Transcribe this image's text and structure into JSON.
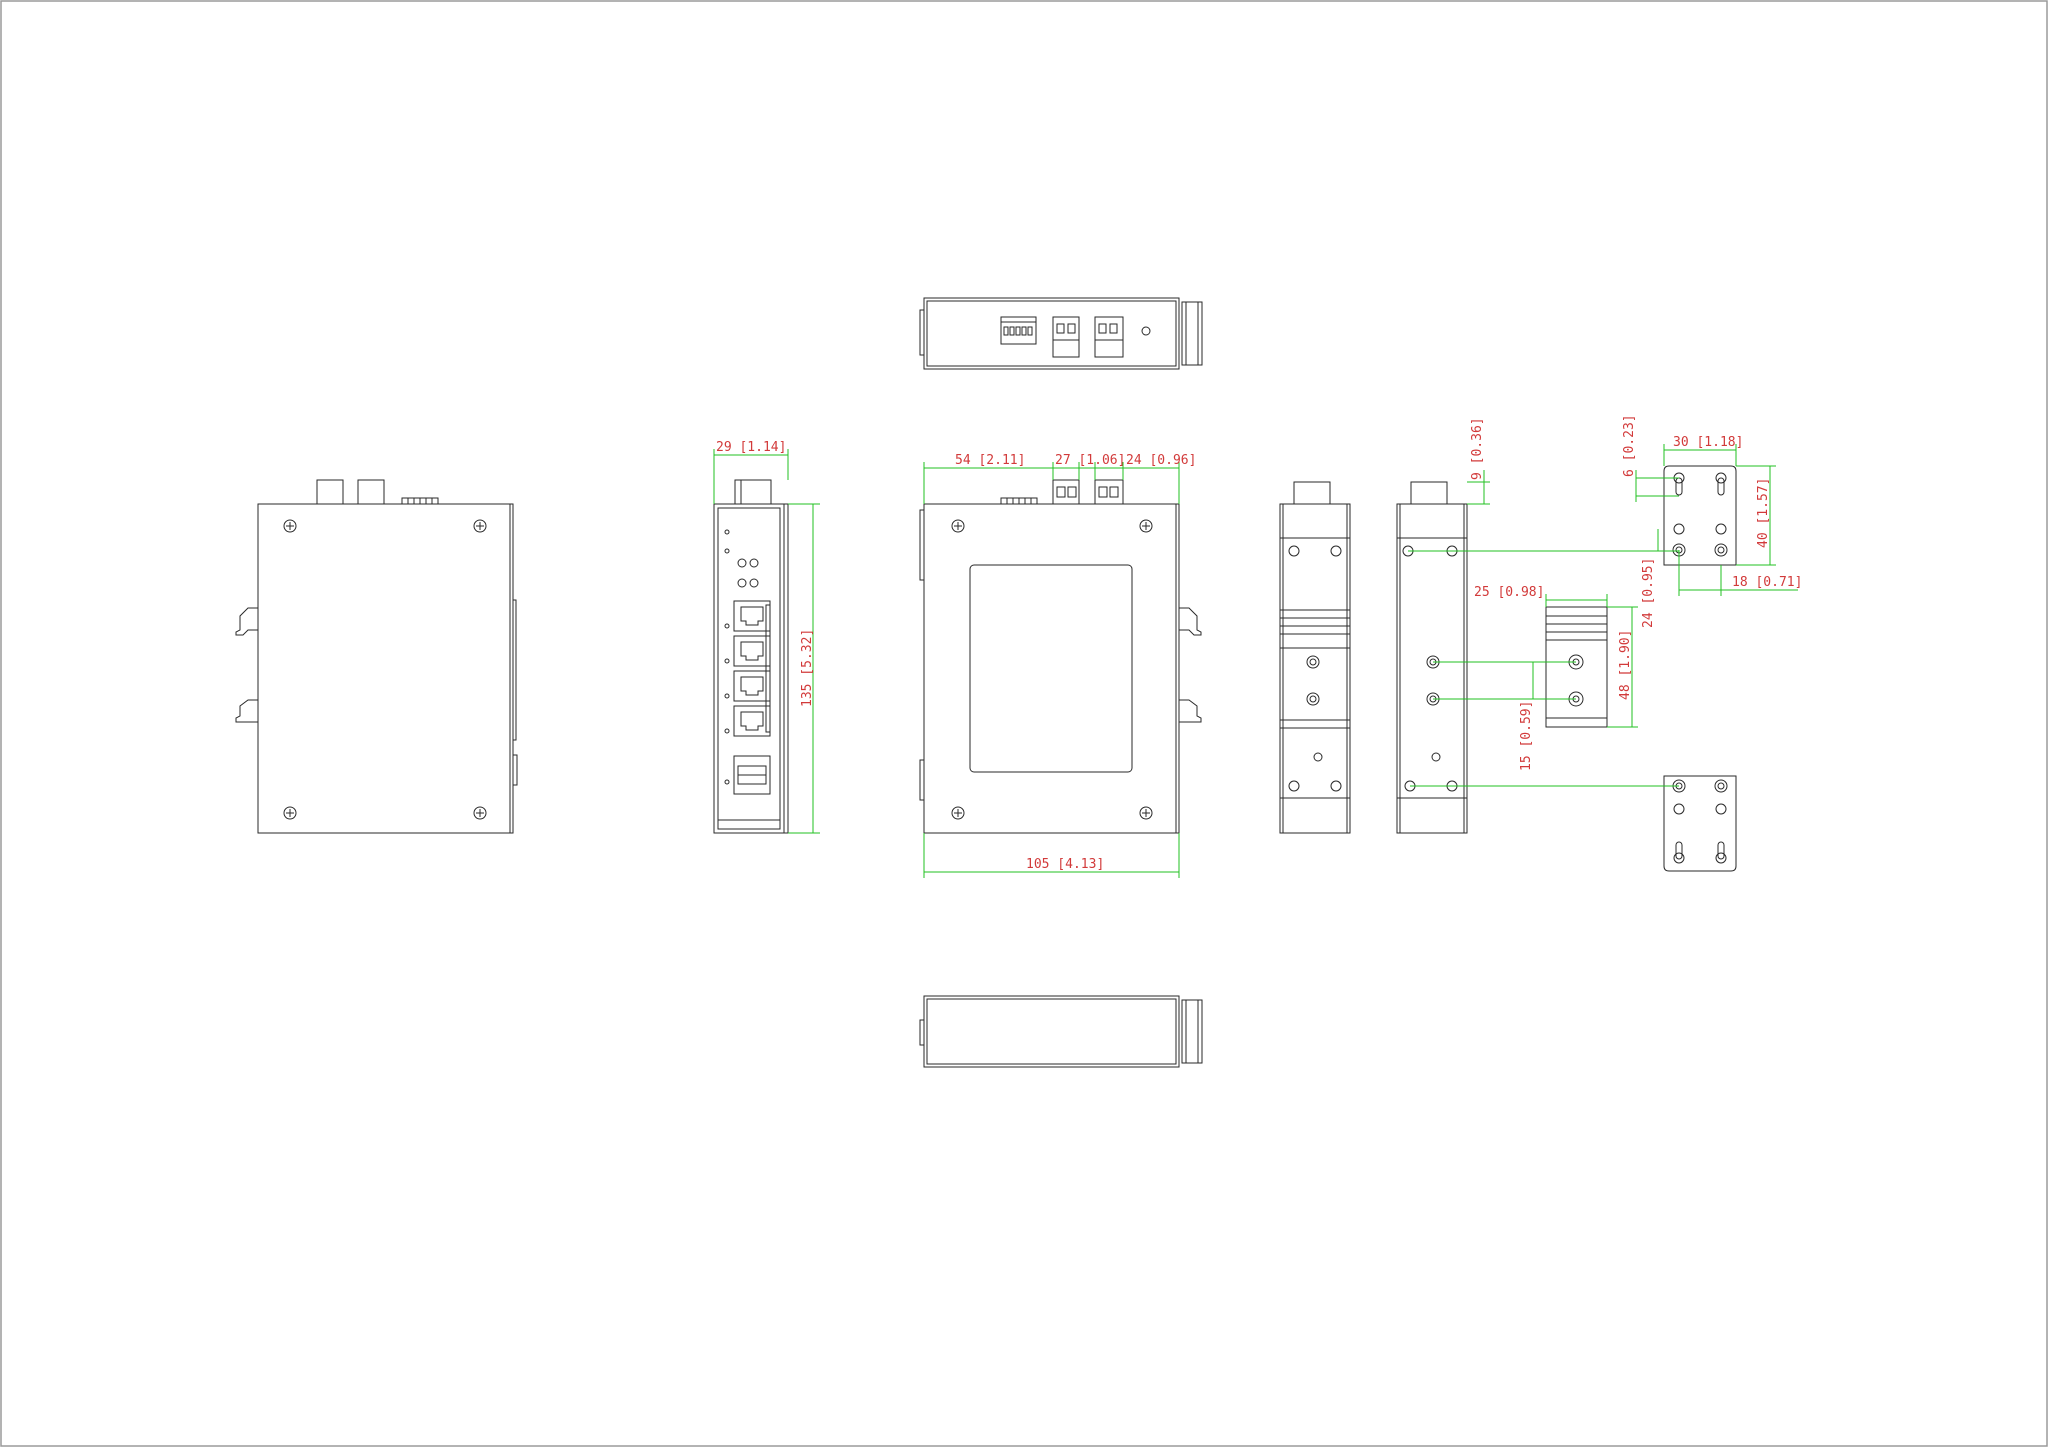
{
  "colors": {
    "outline": "#2a2a2a",
    "dimension_line": "#22c022",
    "dimension_text": "#d23a3a",
    "frame": "#9a9a9a"
  },
  "dimensions": {
    "d_29": "29 [1.14]",
    "d_54": "54 [2.11]",
    "d_27": "27 [1.06]",
    "d_24w": "24 [0.96]",
    "d_135": "135 [5.32]",
    "d_105": "105 [4.13]",
    "d_9": "9 [0.36]",
    "d_6": "6 [0.23]",
    "d_30": "30 [1.18]",
    "d_40": "40 [1.57]",
    "d_18": "18 [0.71]",
    "d_24v": "24 [0.95]",
    "d_25": "25 [0.98]",
    "d_48": "48 [1.90]",
    "d_15": "15 [0.59]"
  }
}
